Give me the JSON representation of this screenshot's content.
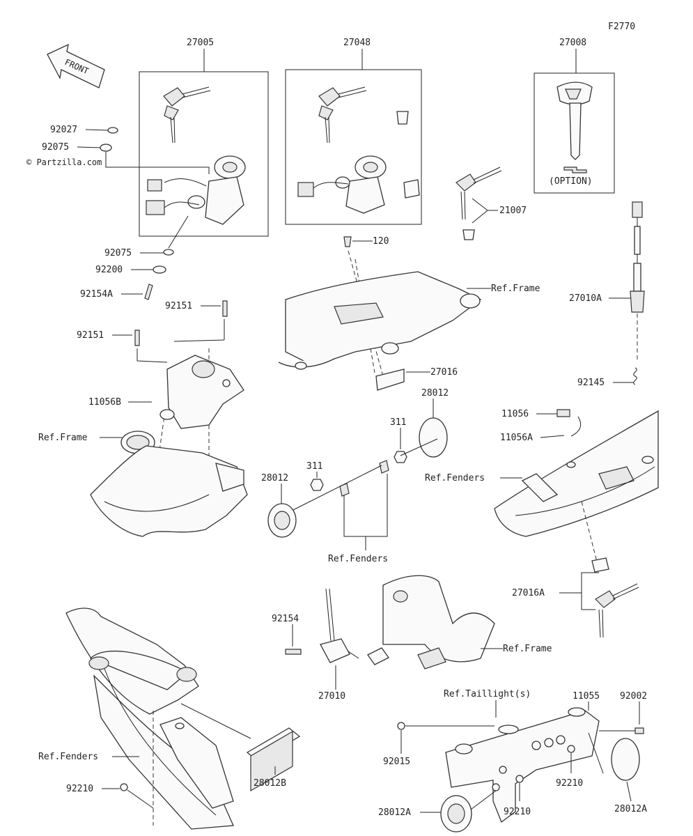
{
  "header": {
    "figure_id": "F2770",
    "watermark": "© Partzilla.com",
    "direction_label": "FRONT"
  },
  "labels": {
    "l27005": "27005",
    "l27048": "27048",
    "l27008": "27008",
    "option": "(OPTION)",
    "l92027": "92027",
    "l92075a": "92075",
    "l92075b": "92075",
    "l92200": "92200",
    "l92154a": "92154A",
    "l92151a": "92151",
    "l92151b": "92151",
    "l11056b": "11056B",
    "refframe1": "Ref.Frame",
    "l120": "120",
    "refframe2": "Ref.Frame",
    "l27016": "27016",
    "l21007": "21007",
    "l27010a": "27010A",
    "l92145": "92145",
    "l28012a": "28012",
    "l311a": "311",
    "l11056": "11056",
    "l11056a": "11056A",
    "reffenders1": "Ref.Fenders",
    "l28012b": "28012",
    "l311b": "311",
    "reffenders2": "Ref.Fenders",
    "l27016a": "27016A",
    "l92154": "92154",
    "l27010": "27010",
    "refframe3": "Ref.Frame",
    "l11055": "11055",
    "reftail": "Ref.Taillight(s)",
    "l92002": "92002",
    "reffenders3": "Ref.Fenders",
    "l92015": "92015",
    "l92210a": "92210",
    "l92210b": "92210",
    "l92210c": "92210",
    "l28012b2": "28012B",
    "l28012A1": "28012A",
    "l28012A2": "28012A"
  }
}
